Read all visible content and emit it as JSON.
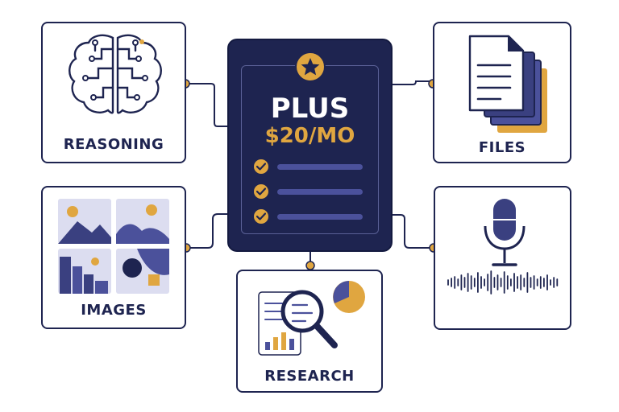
{
  "plan": {
    "name": "PLUS",
    "price": "$20/MO",
    "feature_count": 3
  },
  "features": [
    {
      "label": "REASONING"
    },
    {
      "label": "FILES"
    },
    {
      "label": "IMAGES"
    },
    {
      "label": "RESEARCH"
    },
    {
      "label": ""
    }
  ],
  "colors": {
    "navy": "#1e2450",
    "indigo": "#4b519b",
    "gold": "#e0a640",
    "lavender": "#dcddf0"
  }
}
